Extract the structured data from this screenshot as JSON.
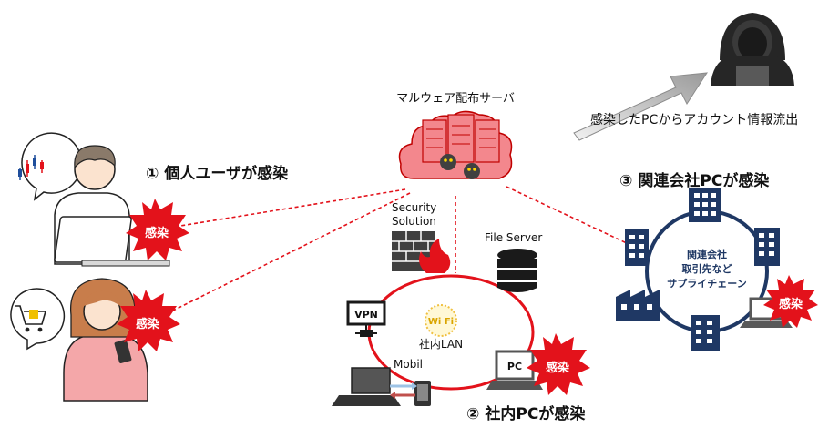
{
  "server": {
    "label": "マルウェア配布サーバ"
  },
  "leak_arrow": {
    "label": "感染したPCからアカウント情報流出"
  },
  "scenarios": [
    {
      "number": "①",
      "label": "個人ユーザが感染"
    },
    {
      "number": "②",
      "label": "社内PCが感染"
    },
    {
      "number": "③",
      "label": "関連会社PCが感染"
    }
  ],
  "infection_badge": "感染",
  "internal_network": {
    "security_solution": [
      "Security",
      "Solution"
    ],
    "file_server": "File Server",
    "vpn": "VPN",
    "wifi": "Wi Fi",
    "lan": "社内LAN",
    "mobile": "Mobil",
    "pc": "PC"
  },
  "partner_network": {
    "lines": [
      "関連会社",
      "取引先など",
      "サプライチェーン"
    ]
  },
  "colors": {
    "infection_red": "#e3121b",
    "server_red": "#f3878d",
    "navy": "#1f3864",
    "arrow_gray": "#a6a6a6"
  }
}
